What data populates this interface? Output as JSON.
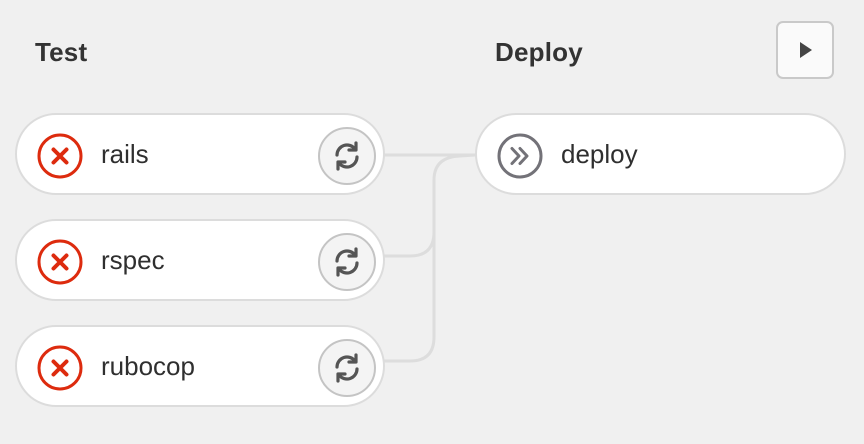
{
  "stages": [
    {
      "title": "Test",
      "jobs": [
        {
          "name": "rails",
          "status": "failed",
          "status_icon": "status-failed-icon",
          "action": "retry"
        },
        {
          "name": "rspec",
          "status": "failed",
          "status_icon": "status-failed-icon",
          "action": "retry"
        },
        {
          "name": "rubocop",
          "status": "failed",
          "status_icon": "status-failed-icon",
          "action": "retry"
        }
      ]
    },
    {
      "title": "Deploy",
      "jobs": [
        {
          "name": "deploy",
          "status": "skipped",
          "status_icon": "status-skipped-icon"
        }
      ],
      "action": "play"
    }
  ],
  "colors": {
    "failed": "#dd2b0e",
    "skipped": "#737278",
    "connector": "#dddddd",
    "background": "#f0f0f0"
  }
}
